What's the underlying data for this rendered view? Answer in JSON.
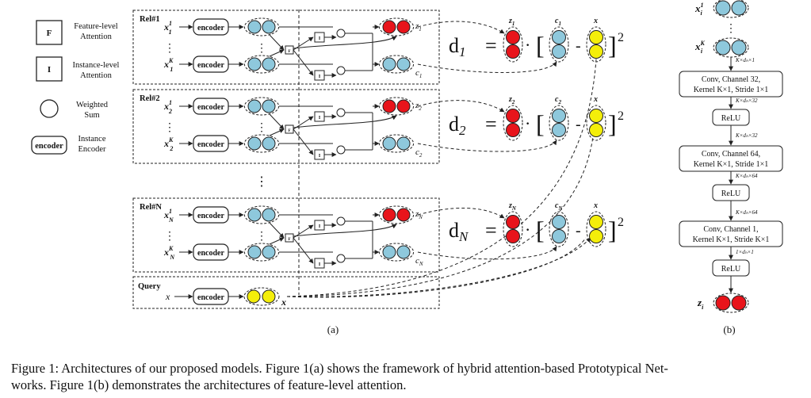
{
  "legend": {
    "feature_box": "F",
    "feature_label": [
      "Feature-level",
      "Attention"
    ],
    "instance_box": "I",
    "instance_label": [
      "Instance-level",
      "Attention"
    ],
    "weighted_sum_label": [
      "Weighted",
      "Sum"
    ],
    "encoder_box": "encoder",
    "encoder_label": [
      "Instance",
      "Encoder"
    ]
  },
  "panel_a": {
    "relations": [
      {
        "title": "Rel#1",
        "sub": "1",
        "d_sub": "1",
        "z_sub": "1",
        "c_sub": "1"
      },
      {
        "title": "Rel#2",
        "sub": "2",
        "d_sub": "2",
        "z_sub": "2",
        "c_sub": "2"
      },
      {
        "title": "Rel#N",
        "sub": "N",
        "d_sub": "N",
        "z_sub": "N",
        "c_sub": "N"
      }
    ],
    "x_var": "x",
    "sup_1": "1",
    "sup_K": "K",
    "z_var": "z",
    "c_var": "c",
    "d_var": "d",
    "encoder_label": "encoder",
    "f_mark": "F",
    "i_mark": "I",
    "query_title": "Query",
    "query_input": "x",
    "query_output": "x",
    "dots": "⋮",
    "eq_equals": "=",
    "eq_dot": "·",
    "eq_lbracket": "[",
    "eq_minus": "-",
    "eq_rbracket": "]",
    "eq_exp": "2",
    "panel_label": "(a)"
  },
  "panel_b": {
    "input_top": "x",
    "input_top_sup": "1",
    "input_top_sub": "i",
    "input_bottom": "x",
    "input_bottom_sup": "K",
    "input_bottom_sub": "i",
    "dims": [
      "K×dₕ×1",
      "K×dₕ×32",
      "K×dₕ×32",
      "K×dₕ×64",
      "K×dₕ×64",
      "1×dₕ×1"
    ],
    "blocks": [
      {
        "line1": "Conv, Channel 32,",
        "line2": "Kernel K×1, Stride 1×1"
      },
      {
        "line1": "ReLU",
        "line2": ""
      },
      {
        "line1": "Conv, Channel 64,",
        "line2": "Kernel K×1, Stride 1×1"
      },
      {
        "line1": "ReLU",
        "line2": ""
      },
      {
        "line1": "Conv, Channel 1,",
        "line2": "Kernel K×1, Stride K×1"
      },
      {
        "line1": "ReLU",
        "line2": ""
      }
    ],
    "output": "z",
    "output_sub": "i",
    "panel_label": "(b)"
  },
  "caption": {
    "line1": "Figure 1: Architectures of our proposed models. Figure 1(a) shows the framework of hybrid attention-based Prototypical Net-",
    "line2": "works. Figure 1(b) demonstrates the architectures of feature-level attention."
  },
  "colors": {
    "blue": "#8ec8dc",
    "red": "#e8141b",
    "yellow": "#f4ee0a",
    "stroke": "#222222"
  }
}
